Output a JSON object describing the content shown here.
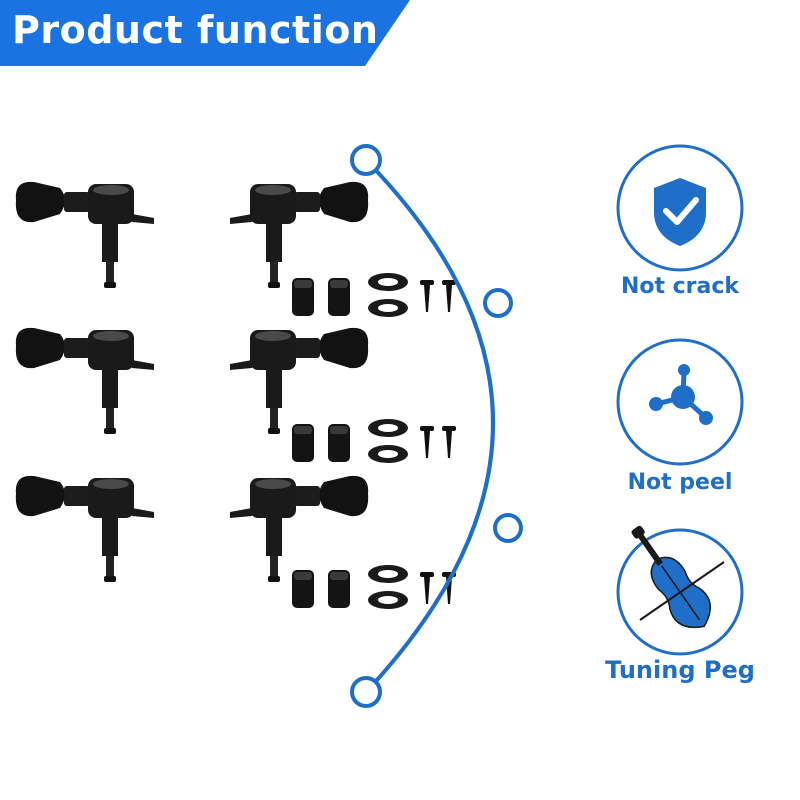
{
  "banner": {
    "title": "Product function"
  },
  "features": [
    {
      "label": "Not crack",
      "icon": "shield-check-icon"
    },
    {
      "label": "Not peel",
      "icon": "molecule-icon"
    },
    {
      "label": "Tuning Peg",
      "icon": "violin-icon"
    }
  ],
  "colors": {
    "accent": "#1f6fc9",
    "peg": "#121212",
    "background": "#ffffff"
  }
}
